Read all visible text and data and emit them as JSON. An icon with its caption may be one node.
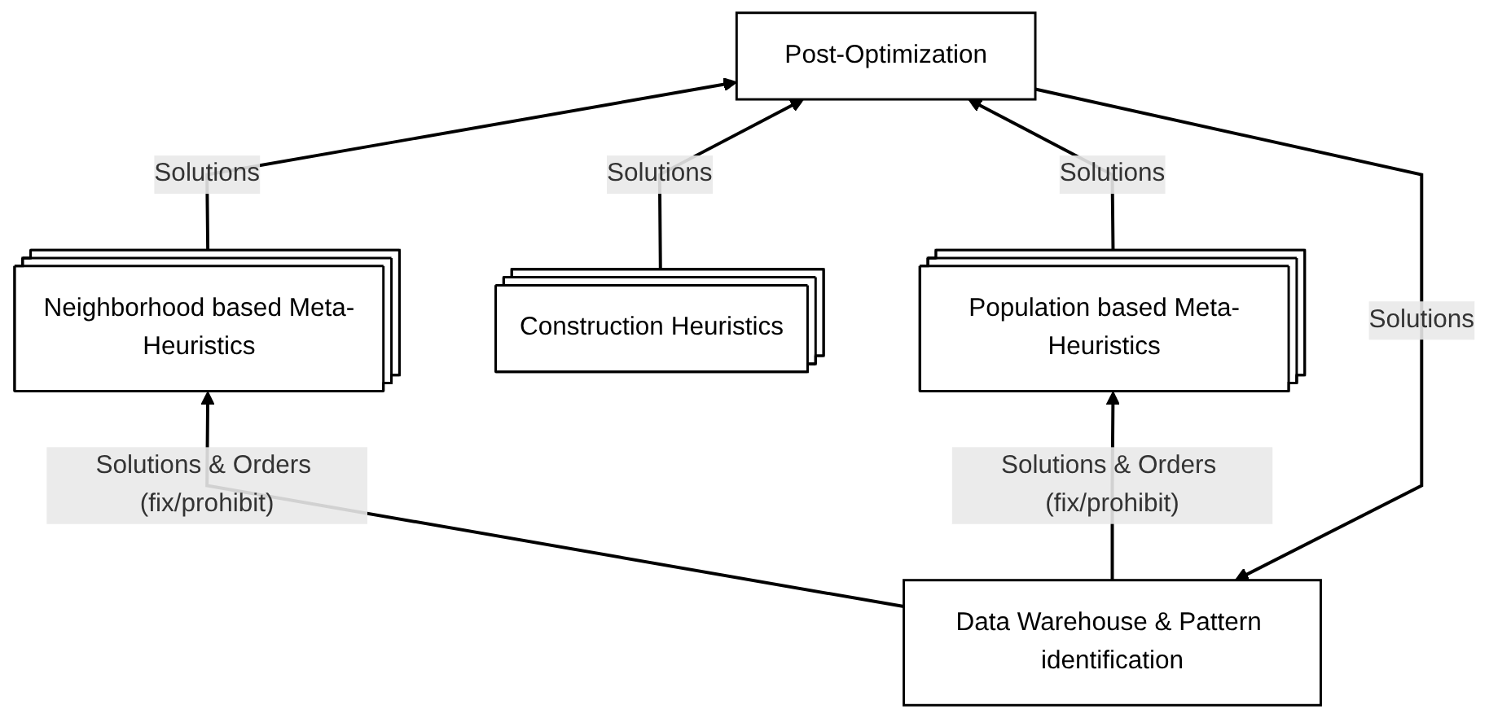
{
  "diagram": {
    "nodes": [
      {
        "text": [
          "Data Warehouse & Pattern identification"
        ]
      },
      {
        "text": [
          "Post-Optimization"
        ]
      },
      {
        "text": [
          "Neighborhood based Meta-Heuristics"
        ]
      },
      {
        "text": [
          "Construction Heuristics"
        ]
      },
      {
        "text": [
          "Population based Meta-Heuristics"
        ]
      }
    ],
    "edges": [
      {
        "from": 0,
        "to": 2,
        "arrow": "to",
        "label": "Solutions & Orders (fix/prohibit)"
      },
      {
        "from": 0,
        "to": 4,
        "arrow": "to",
        "label": "Solutions & Orders (fix/prohibit)"
      },
      {
        "from": 1,
        "to": 0,
        "arrow": "to",
        "label": "Solutions"
      },
      {
        "from": 2,
        "to": 1,
        "arrow": "to",
        "label": "Solutions"
      },
      {
        "from": 3,
        "to": 1,
        "arrow": "to",
        "label": "Solutions"
      },
      {
        "from": 4,
        "to": 1,
        "arrow": "to",
        "label": "Solutions"
      }
    ]
  }
}
